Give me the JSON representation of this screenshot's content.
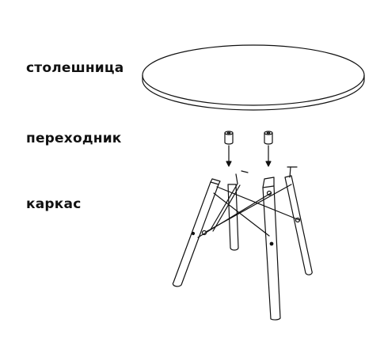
{
  "labels": {
    "tabletop": "столешница",
    "adapter": "переходник",
    "frame": "каркас"
  },
  "colors": {
    "line": "#111111",
    "background": "#ffffff"
  }
}
